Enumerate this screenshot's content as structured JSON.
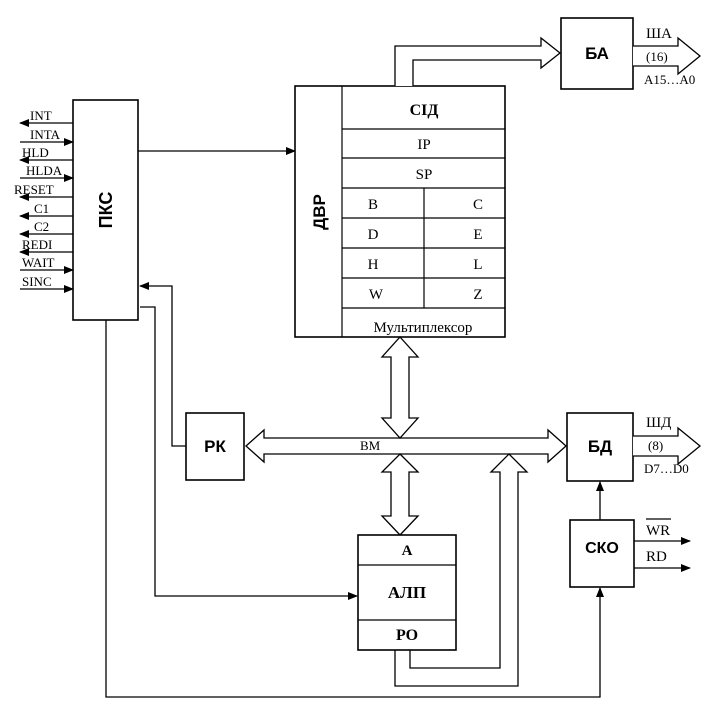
{
  "blocks": {
    "pks": "ПКС",
    "dvr": "ДВР",
    "ba": "БА",
    "bd": "БД",
    "rk": "РК",
    "sko": "СКО",
    "alu": "АЛП",
    "acc": "А",
    "ro": "РО"
  },
  "registers": {
    "pc": "СІД",
    "ip": "IP",
    "sp": "SP",
    "b": "B",
    "c": "C",
    "d": "D",
    "e": "E",
    "h": "H",
    "l": "L",
    "w": "W",
    "z": "Z",
    "mux": "Мультиплексор"
  },
  "control_signals": [
    "INT",
    "INTA",
    "HLD",
    "HLDA",
    "RESET",
    "C1",
    "C2",
    "REDI",
    "WAIT",
    "SINC"
  ],
  "buses": {
    "internal": "ВМ",
    "address_name": "ША",
    "address_width": "(16)",
    "address_lines": "A15…A0",
    "data_name": "ШД",
    "data_width": "(8)",
    "data_lines": "D7…D0"
  },
  "outputs": {
    "wr": "WR",
    "rd": "RD"
  }
}
